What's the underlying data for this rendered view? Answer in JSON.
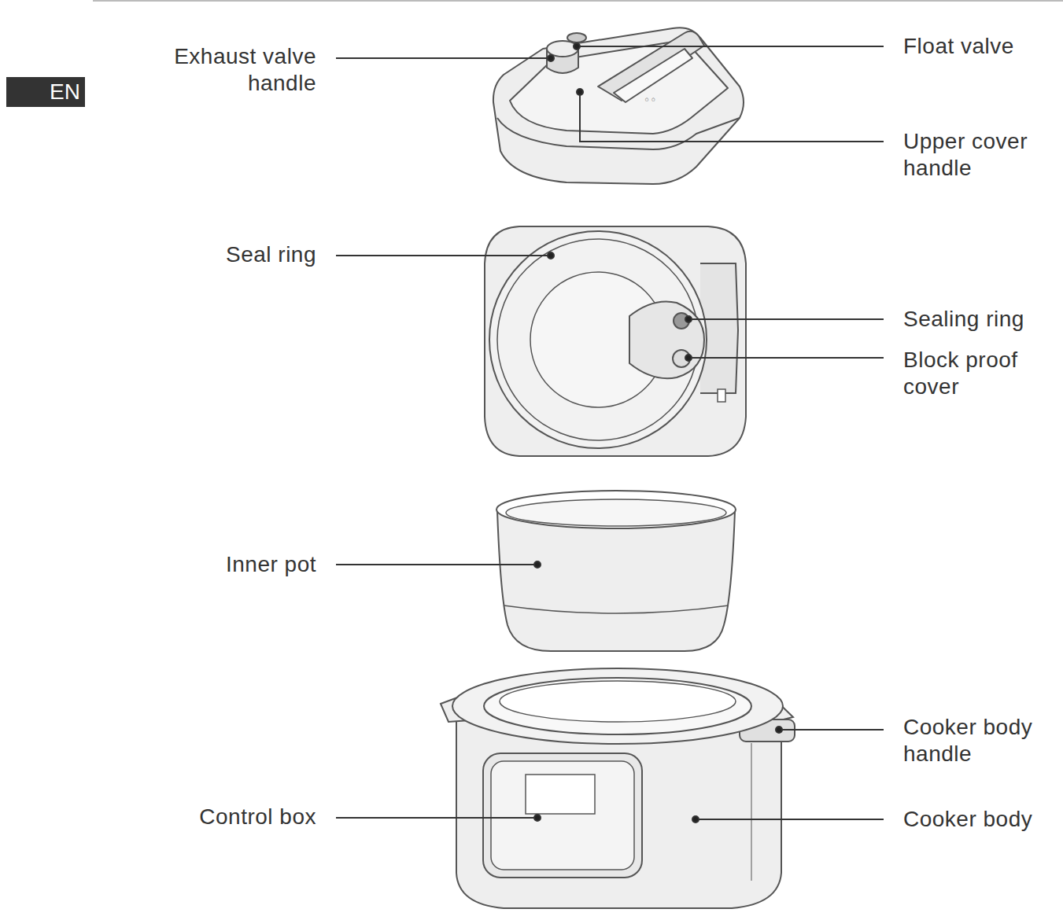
{
  "diagram": {
    "nodes": [
      {
        "text": [
          "EN"
        ]
      }
    ],
    "labels": [
      "Exhaust valve handle",
      "Float valve",
      "Upper cover handle",
      "Seal ring",
      "Sealing ring",
      "Block proof cover",
      "Inner pot",
      "Cooker body handle",
      "Control box",
      "Cooker body"
    ]
  }
}
